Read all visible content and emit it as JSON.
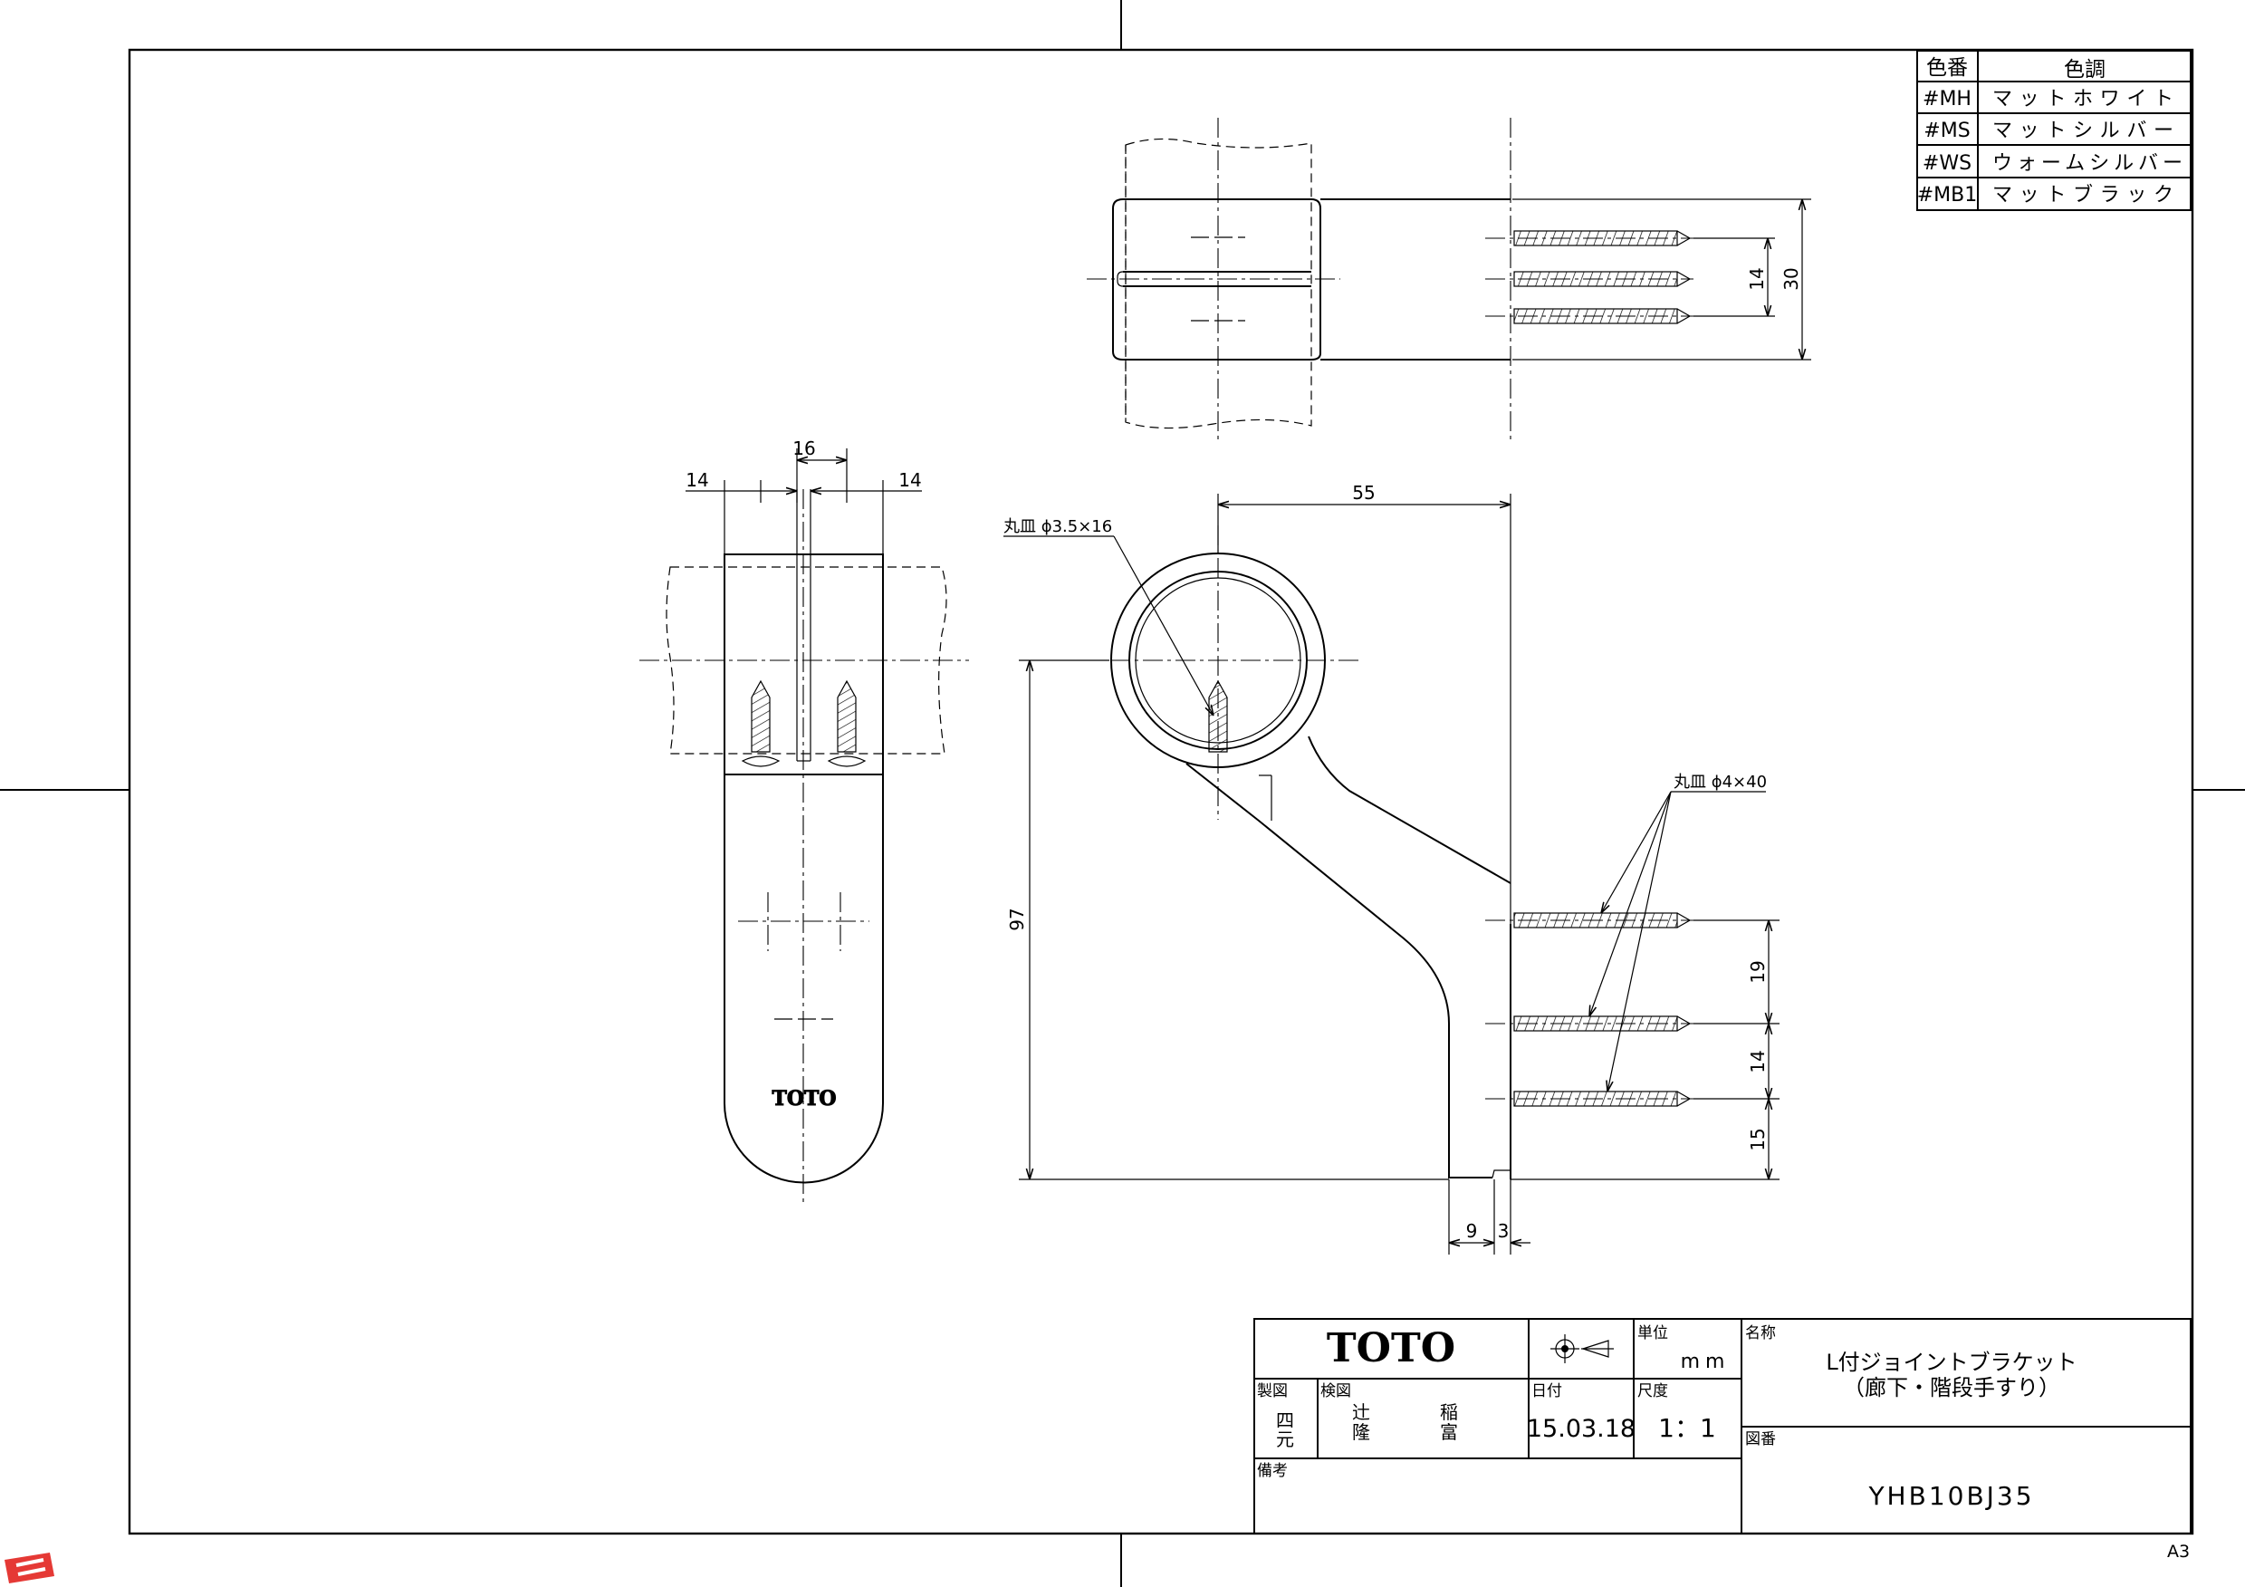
{
  "color_table": {
    "header_code": "色番",
    "header_name": "色調",
    "rows": [
      {
        "code": "#MH",
        "name": "マットホワイト"
      },
      {
        "code": "#MS",
        "name": "マットシルバー"
      },
      {
        "code": "#WS",
        "name": "ウォームシルバー"
      },
      {
        "code": "#MB1",
        "name": "マットブラック"
      }
    ]
  },
  "dimensions": {
    "top_height_inner": "14",
    "top_height_outer": "30",
    "front_center": "16",
    "front_left": "14",
    "front_right": "14",
    "side_width": "55",
    "side_height": "97",
    "screw_gap_1": "19",
    "screw_gap_2": "14",
    "screw_gap_3": "15",
    "base_width": "9",
    "base_gap": "3"
  },
  "callouts": {
    "small_screw": "丸皿 ϕ3.5×16",
    "large_screw": "丸皿 ϕ4×40"
  },
  "product_logo": "TOTO",
  "title_block": {
    "logo": "TOTO",
    "unit_label": "単位",
    "unit_value": "mm",
    "name_label": "名称",
    "product_name_line1": "L付ジョイントブラケット",
    "product_name_line2": "（廊下・階段手すり）",
    "drafter_label": "製図",
    "drafter_line1": "四",
    "drafter_line2": "元",
    "checker_label": "検図",
    "checker_a_line1": "辻",
    "checker_a_line2": "隆",
    "checker_b_line1": "稲",
    "checker_b_line2": "富",
    "date_label": "日付",
    "date_value": "15.03.18",
    "scale_label": "尺度",
    "scale_value": "1：1",
    "drawing_no_label": "図番",
    "drawing_no": "YHB10BJ35",
    "remarks_label": "備考"
  },
  "sheet_size": "A3"
}
